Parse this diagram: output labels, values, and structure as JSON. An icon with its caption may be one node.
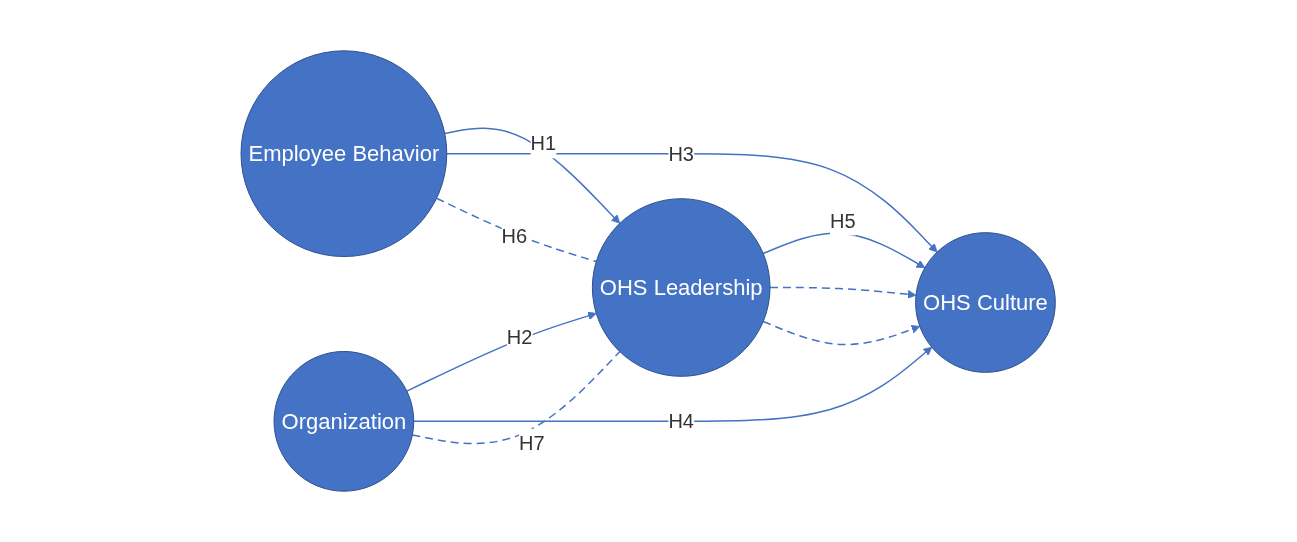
{
  "diagram": {
    "nodes": [
      {
        "text": [
          "Employee Behavior"
        ]
      },
      {
        "text": [
          "Organization"
        ]
      },
      {
        "text": [
          "OHS Leadership"
        ]
      },
      {
        "text": [
          "OHS Culture"
        ]
      }
    ],
    "edges": [
      {
        "from": 0,
        "to": 2,
        "arrow": "to",
        "label": "H1"
      },
      {
        "from": 1,
        "to": 2,
        "arrow": "to",
        "label": "H2"
      },
      {
        "from": 0,
        "to": 3,
        "arrow": "to",
        "label": "H3"
      },
      {
        "from": 1,
        "to": 3,
        "arrow": "to",
        "label": "H4"
      },
      {
        "from": 2,
        "to": 3,
        "arrow": "to",
        "label": "H5"
      },
      {
        "from": 0,
        "to": 2,
        "arrow": "none",
        "label": "H6",
        "style": "dashed"
      },
      {
        "from": 2,
        "to": 3,
        "arrow": "to",
        "style": "dashed"
      },
      {
        "from": 1,
        "to": 2,
        "arrow": "none",
        "label": "H7",
        "style": "dashed"
      },
      {
        "from": 2,
        "to": 3,
        "arrow": "to",
        "style": "dashed"
      }
    ]
  }
}
